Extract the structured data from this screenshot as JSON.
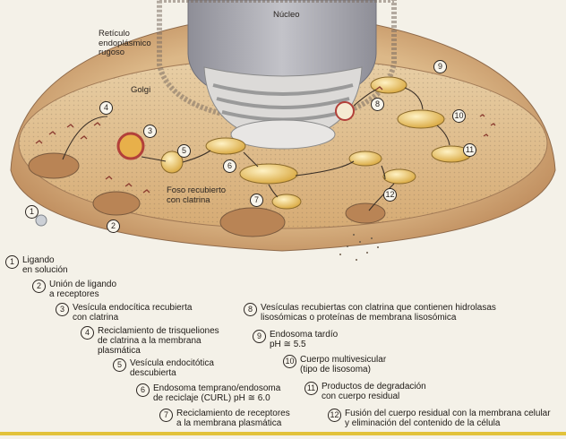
{
  "diagram": {
    "labels": {
      "nucleus": "Núcleo",
      "rer": "Retículo\nendoplásmico\nrugoso",
      "golgi": "Golgi",
      "clathrin_pit": "Foso recubierto\ncon clatrina"
    },
    "steps": [
      {
        "n": "1",
        "text": "Ligando\nen solución"
      },
      {
        "n": "2",
        "text": "Unión de ligando\na receptores"
      },
      {
        "n": "3",
        "text": "Vesícula endocítica recubierta\ncon clatrina"
      },
      {
        "n": "4",
        "text": "Reciclamiento de trisqueliones\nde clatrina a la membrana\nplasmática"
      },
      {
        "n": "5",
        "text": "Vesícula endocitótica\ndescubierta"
      },
      {
        "n": "6",
        "text": "Endosoma temprano/endosoma\nde reciclaje (CURL) pH ≅ 6.0"
      },
      {
        "n": "7",
        "text": "Reciclamiento de receptores\na la membrana plasmática"
      },
      {
        "n": "8",
        "text": "Vesículas recubiertas con clatrina que contienen hidrolasas\nlisosómicas o proteínas de membrana lisosómica"
      },
      {
        "n": "9",
        "text": "Endosoma tardío\npH ≅ 5.5"
      },
      {
        "n": "10",
        "text": "Cuerpo multivesicular\n(tipo de lisosoma)"
      },
      {
        "n": "11",
        "text": "Productos de degradación\ncon cuerpo residual"
      },
      {
        "n": "12",
        "text": "Fusión del cuerpo residual con la membrana celular\ny eliminación del contenido de la célula"
      }
    ],
    "colors": {
      "cytoplasm": "#e6c79a",
      "cytoplasm_shade": "#c99563",
      "membrane": "#caa07a",
      "nucleus": "#a9a9b1",
      "golgi": "#d9d7d6",
      "vesicle": "#e9c868",
      "coat": "#b2403a",
      "ligand": "#8a3a2e"
    }
  }
}
